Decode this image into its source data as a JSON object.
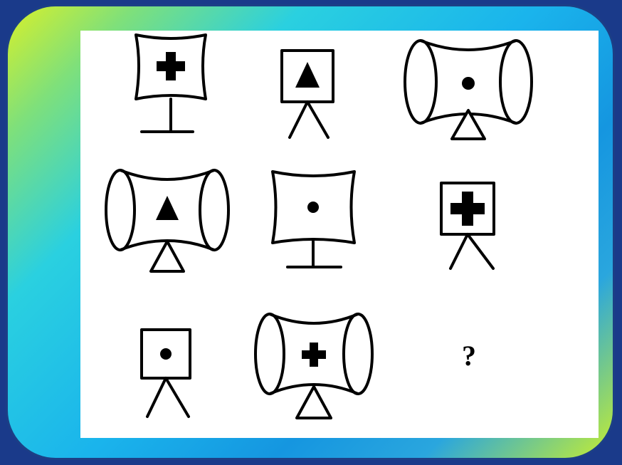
{
  "puzzle": {
    "answer_placeholder": "?",
    "cells": [
      {
        "row": 1,
        "col": 1,
        "screen": "concave",
        "stand": "post",
        "symbol": "cross"
      },
      {
        "row": 1,
        "col": 2,
        "screen": "square",
        "stand": "tripod",
        "symbol": "triangle"
      },
      {
        "row": 1,
        "col": 3,
        "screen": "drum",
        "stand": "triangle-base",
        "symbol": "dot"
      },
      {
        "row": 2,
        "col": 1,
        "screen": "drum",
        "stand": "triangle-base",
        "symbol": "triangle"
      },
      {
        "row": 2,
        "col": 2,
        "screen": "concave",
        "stand": "post",
        "symbol": "dot"
      },
      {
        "row": 2,
        "col": 3,
        "screen": "square",
        "stand": "tripod",
        "symbol": "cross"
      },
      {
        "row": 3,
        "col": 1,
        "screen": "square",
        "stand": "tripod",
        "symbol": "dot"
      },
      {
        "row": 3,
        "col": 2,
        "screen": "drum",
        "stand": "triangle-base",
        "symbol": "cross"
      },
      {
        "row": 3,
        "col": 3,
        "screen": "missing",
        "stand": "missing",
        "symbol": "missing"
      }
    ]
  },
  "colors": {
    "ink": "#000000",
    "canvas": "#ffffff",
    "frame_border": "#1c3f86"
  }
}
